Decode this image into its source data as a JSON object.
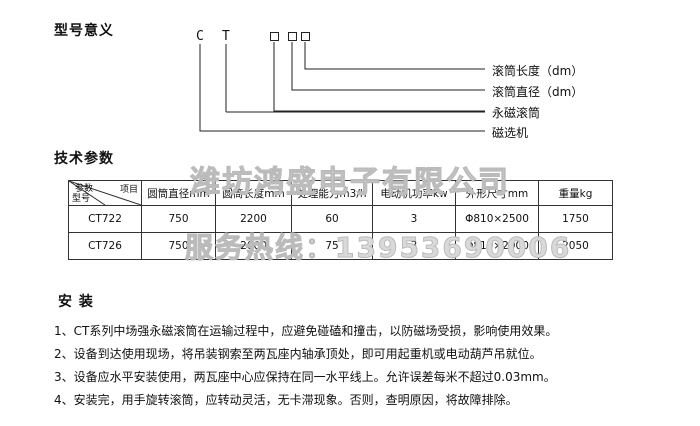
{
  "sections": {
    "model_meaning": "型号意义",
    "tech_params": "技术参数",
    "install": "安   装"
  },
  "model_code": {
    "c": "C",
    "t": "T"
  },
  "callouts": [
    "滚筒长度（dm）",
    "滚筒直径（dm）",
    "永磁滚筒",
    "磁选机"
  ],
  "table": {
    "corner": {
      "top": "项目",
      "mid": "参数",
      "bottom": "型号"
    },
    "headers": [
      "圆筒直径mm",
      "圆筒长度mm",
      "处理能力m3/h",
      "电动机功率kw",
      "外形尺寸mm",
      "重量kg"
    ],
    "rows": [
      {
        "model": "CT722",
        "cells": [
          "750",
          "2200",
          "60",
          "3",
          "Φ810×2500",
          "1750"
        ]
      },
      {
        "model": "CT726",
        "cells": [
          "750",
          "2600",
          "75",
          "3",
          "Φ810×2900",
          "2050"
        ]
      }
    ]
  },
  "notes": [
    "1、CT系列中场强永磁滚筒在运输过程中，应避免碰磕和撞击，以防磁场受损，影响使用效果。",
    "2、设备到达使用现场，将吊装钢索至两瓦座内轴承顶处，即可用起重机或电动葫芦吊就位。",
    "3、设备应水平安装使用，两瓦座中心应保持在同一水平线上。允许误差每米不超过0.03mm。",
    "4、安装完，用手旋转滚筒，应转动灵活，无卡滞现象。否则，查明原因，将故障排除。"
  ],
  "watermark": {
    "line1": "潍坊鸿盛电子有限公司",
    "line2": "服务热线：13953690006"
  }
}
